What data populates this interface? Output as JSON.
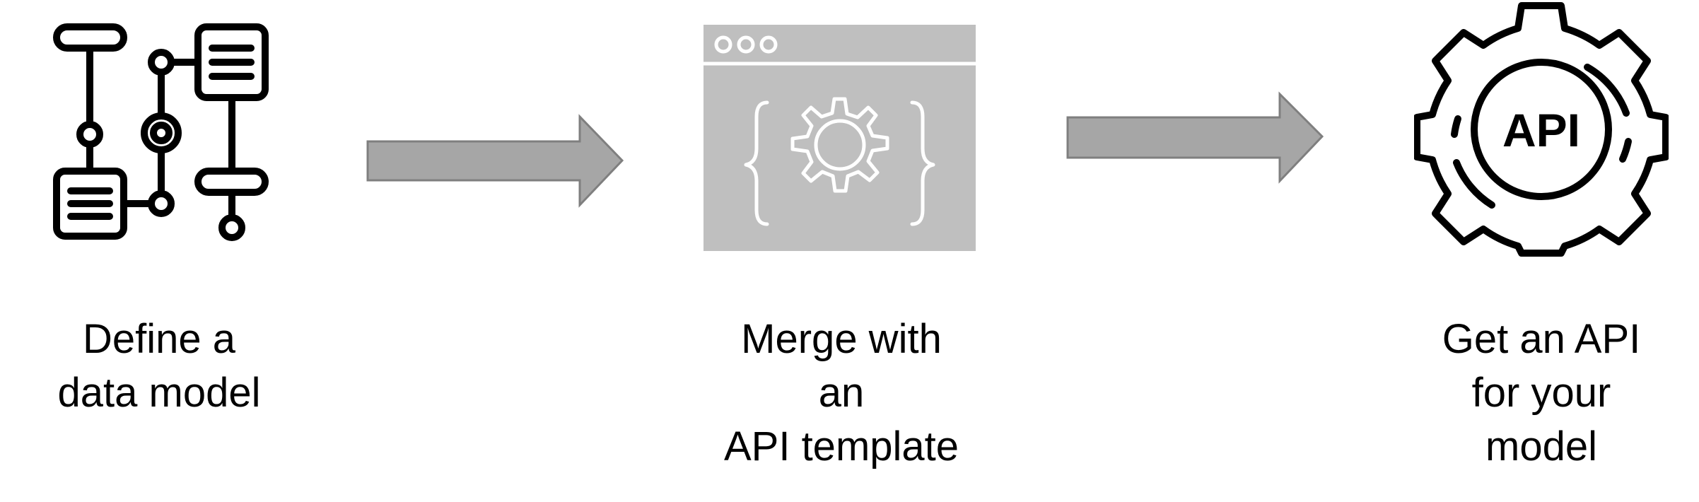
{
  "steps": [
    {
      "icon": "data-model-flowchart-icon",
      "lines": [
        "Define a",
        "data model"
      ]
    },
    {
      "icon": "api-template-gear-window-icon",
      "lines": [
        "Merge with",
        "an",
        "API template"
      ]
    },
    {
      "icon": "api-gear-icon",
      "icon_text": "API",
      "lines": [
        "Get an API",
        "for your",
        "model"
      ]
    }
  ],
  "colors": {
    "arrow_fill": "#a6a6a6",
    "arrow_stroke": "#7f7f7f",
    "template_panel": "#bfbfbf",
    "template_line": "#ffffff",
    "icon_stroke": "#000000"
  }
}
